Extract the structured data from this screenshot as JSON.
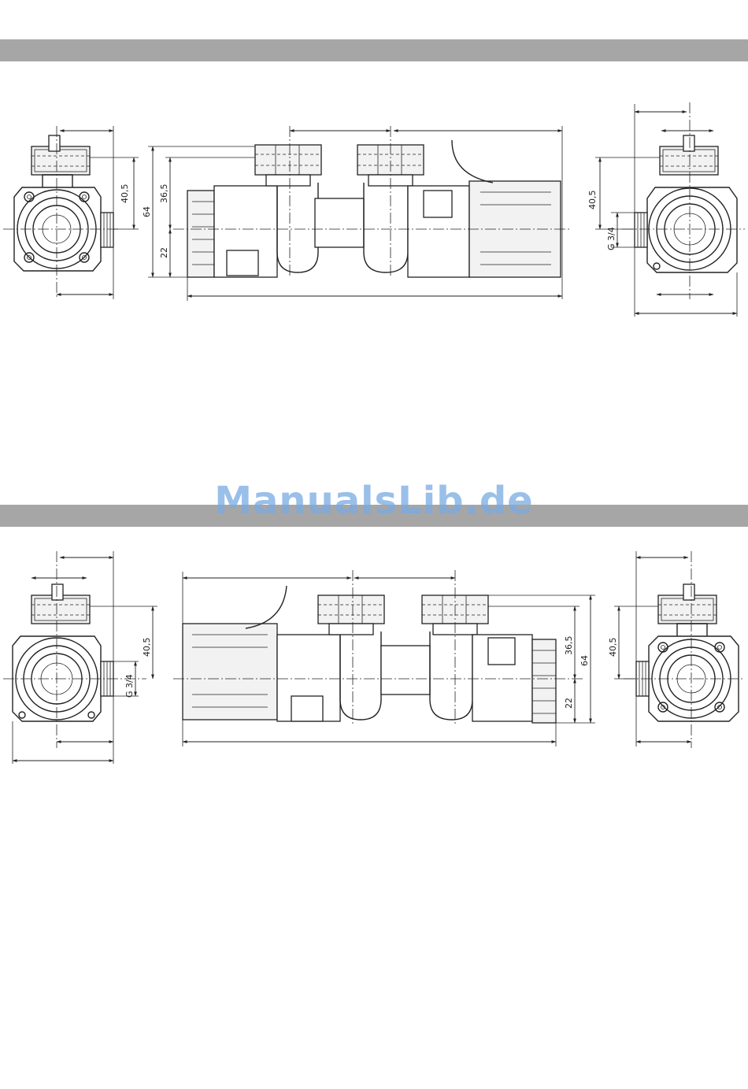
{
  "watermark": "ManualsLib.de",
  "dims": {
    "d40_5": "40,5",
    "d36_5": "36,5",
    "d64": "64",
    "d22": "22",
    "thread": "G 3/4"
  }
}
